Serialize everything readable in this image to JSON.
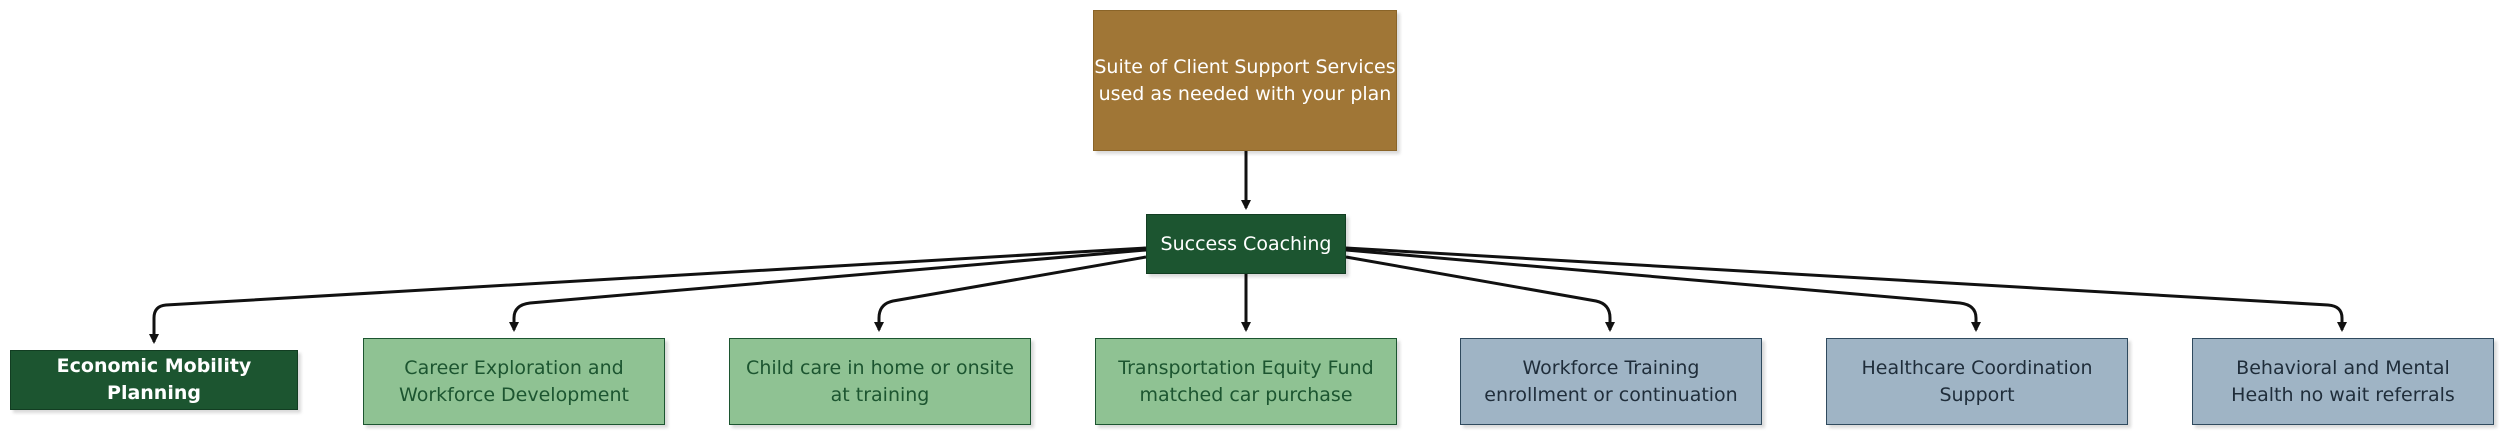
{
  "diagram": {
    "root": {
      "label": "Suite of Client Support Services\nused as needed with your plan"
    },
    "hub": {
      "label": "Success Coaching"
    },
    "services": [
      {
        "label": "Economic Mobility Planning",
        "style": "dark"
      },
      {
        "label": "Career Exploration and\nWorkforce Development",
        "style": "green"
      },
      {
        "label": "Child care in home or onsite\nat training",
        "style": "green"
      },
      {
        "label": "Transportation Equity Fund\nmatched car purchase",
        "style": "green"
      },
      {
        "label": "Workforce Training\nenrollment or continuation",
        "style": "blue"
      },
      {
        "label": "Healthcare Coordination\nSupport",
        "style": "blue"
      },
      {
        "label": "Behavioral and Mental\nHealth no wait referrals",
        "style": "blue"
      }
    ]
  },
  "colors": {
    "root_fill": "#a07636",
    "dark_green": "#1c5530",
    "light_green": "#8fc293",
    "steel_blue": "#9fb4c5",
    "edge": "#111111"
  }
}
